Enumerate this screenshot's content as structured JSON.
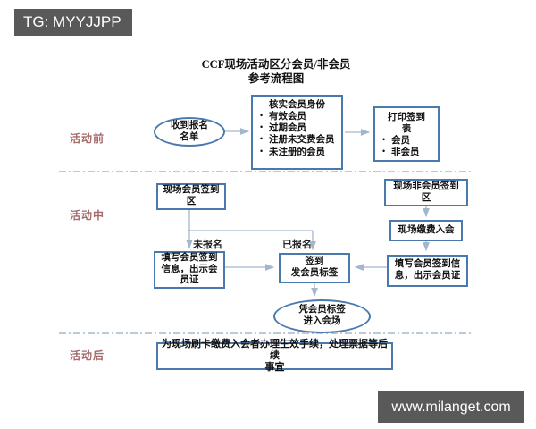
{
  "badges": {
    "tg": "TG: MYYJJPP",
    "site": "www.milanget.com"
  },
  "title": {
    "line1": "CCF现场活动区分会员/非会员",
    "line2": "参考流程图"
  },
  "sections": {
    "before": "活动前",
    "during": "活动中",
    "after": "活动后"
  },
  "nodes": {
    "receive_list": "收到报名\n名单",
    "verify": {
      "heading": "核实会员身份",
      "items": [
        "有效会员",
        "过期会员",
        "注册未交费会员",
        "未注册的会员"
      ]
    },
    "print_sheet": {
      "heading": "打印签到\n表",
      "items": [
        "会员",
        "非会员"
      ]
    },
    "member_signin_area": "现场会员签到\n区",
    "nonmember_signin_area": "现场非会员签到\n区",
    "pay_onsite": "现场缴费入会",
    "fill_info_member": "填写会员签到\n信息，出示会\n员证",
    "signin_issue_tag": "签到\n发会员标签",
    "fill_info_new": "填写会员签到信\n息，出示会员证",
    "enter_venue": "凭会员标签\n进入会场",
    "post_event": "为现场刷卡缴费入会者办理生效手续，处理票据等后续\n事宜"
  },
  "edge_labels": {
    "not_registered": "未报名",
    "registered": "已报名"
  },
  "colors": {
    "box_border": "#4a79ae",
    "connector": "#a4b6cc",
    "divider": "#93a9bd",
    "section_label": "#a56a6a",
    "badge_bg": "#595959"
  }
}
